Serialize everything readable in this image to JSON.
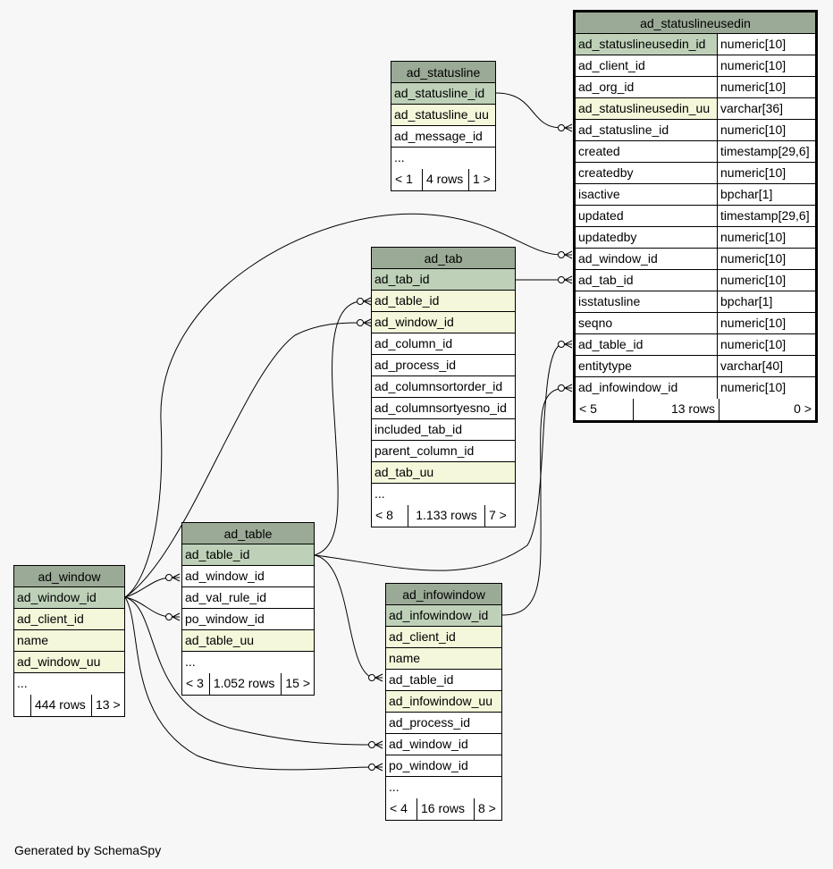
{
  "tables": {
    "ad_statuslineusedin": {
      "name": "ad_statuslineusedin",
      "columns": [
        {
          "name": "ad_statuslineusedin_id",
          "type": "numeric[10]",
          "kind": "pk"
        },
        {
          "name": "ad_client_id",
          "type": "numeric[10]",
          "kind": ""
        },
        {
          "name": "ad_org_id",
          "type": "numeric[10]",
          "kind": ""
        },
        {
          "name": "ad_statuslineusedin_uu",
          "type": "varchar[36]",
          "kind": "idx"
        },
        {
          "name": "ad_statusline_id",
          "type": "numeric[10]",
          "kind": ""
        },
        {
          "name": "created",
          "type": "timestamp[29,6]",
          "kind": ""
        },
        {
          "name": "createdby",
          "type": "numeric[10]",
          "kind": ""
        },
        {
          "name": "isactive",
          "type": "bpchar[1]",
          "kind": ""
        },
        {
          "name": "updated",
          "type": "timestamp[29,6]",
          "kind": ""
        },
        {
          "name": "updatedby",
          "type": "numeric[10]",
          "kind": ""
        },
        {
          "name": "ad_window_id",
          "type": "numeric[10]",
          "kind": ""
        },
        {
          "name": "ad_tab_id",
          "type": "numeric[10]",
          "kind": ""
        },
        {
          "name": "isstatusline",
          "type": "bpchar[1]",
          "kind": ""
        },
        {
          "name": "seqno",
          "type": "numeric[10]",
          "kind": ""
        },
        {
          "name": "ad_table_id",
          "type": "numeric[10]",
          "kind": ""
        },
        {
          "name": "entitytype",
          "type": "varchar[40]",
          "kind": ""
        },
        {
          "name": "ad_infowindow_id",
          "type": "numeric[10]",
          "kind": ""
        }
      ],
      "footer": {
        "parents": "< 5",
        "rows": "13 rows",
        "children": "0 >"
      }
    },
    "ad_statusline": {
      "name": "ad_statusline",
      "columns": [
        {
          "name": "ad_statusline_id",
          "kind": "pk"
        },
        {
          "name": "ad_statusline_uu",
          "kind": "idx"
        },
        {
          "name": "ad_message_id",
          "kind": ""
        },
        {
          "name": "...",
          "kind": ""
        }
      ],
      "footer": {
        "parents": "< 1",
        "rows": "4 rows",
        "children": "1 >"
      }
    },
    "ad_tab": {
      "name": "ad_tab",
      "columns": [
        {
          "name": "ad_tab_id",
          "kind": "pk"
        },
        {
          "name": "ad_table_id",
          "kind": "idx"
        },
        {
          "name": "ad_window_id",
          "kind": "idx"
        },
        {
          "name": "ad_column_id",
          "kind": ""
        },
        {
          "name": "ad_process_id",
          "kind": ""
        },
        {
          "name": "ad_columnsortorder_id",
          "kind": ""
        },
        {
          "name": "ad_columnsortyesno_id",
          "kind": ""
        },
        {
          "name": "included_tab_id",
          "kind": ""
        },
        {
          "name": "parent_column_id",
          "kind": ""
        },
        {
          "name": "ad_tab_uu",
          "kind": "idx"
        },
        {
          "name": "...",
          "kind": ""
        }
      ],
      "footer": {
        "parents": "< 8",
        "rows": "1.133 rows",
        "children": "7 >"
      }
    },
    "ad_table": {
      "name": "ad_table",
      "columns": [
        {
          "name": "ad_table_id",
          "kind": "pk"
        },
        {
          "name": "ad_window_id",
          "kind": ""
        },
        {
          "name": "ad_val_rule_id",
          "kind": ""
        },
        {
          "name": "po_window_id",
          "kind": ""
        },
        {
          "name": "ad_table_uu",
          "kind": "idx"
        },
        {
          "name": "...",
          "kind": ""
        }
      ],
      "footer": {
        "parents": "< 3",
        "rows": "1.052 rows",
        "children": "15 >"
      }
    },
    "ad_window": {
      "name": "ad_window",
      "columns": [
        {
          "name": "ad_window_id",
          "kind": "pk"
        },
        {
          "name": "ad_client_id",
          "kind": "idx"
        },
        {
          "name": "name",
          "kind": "idx"
        },
        {
          "name": "ad_window_uu",
          "kind": "idx"
        },
        {
          "name": "...",
          "kind": ""
        }
      ],
      "footer": {
        "parents": "",
        "rows": "444 rows",
        "children": "13 >"
      }
    },
    "ad_infowindow": {
      "name": "ad_infowindow",
      "columns": [
        {
          "name": "ad_infowindow_id",
          "kind": "pk"
        },
        {
          "name": "ad_client_id",
          "kind": "idx"
        },
        {
          "name": "name",
          "kind": "idx"
        },
        {
          "name": "ad_table_id",
          "kind": ""
        },
        {
          "name": "ad_infowindow_uu",
          "kind": "idx"
        },
        {
          "name": "ad_process_id",
          "kind": ""
        },
        {
          "name": "ad_window_id",
          "kind": ""
        },
        {
          "name": "po_window_id",
          "kind": ""
        },
        {
          "name": "...",
          "kind": ""
        }
      ],
      "footer": {
        "parents": "< 4",
        "rows": "16 rows",
        "children": "8 >"
      }
    }
  },
  "footer_text": "Generated by SchemaSpy",
  "colors": {
    "header": "#9baa96",
    "primary_key": "#bed1b8",
    "indexed": "#f4f7da",
    "background": "#f7f7f7"
  }
}
